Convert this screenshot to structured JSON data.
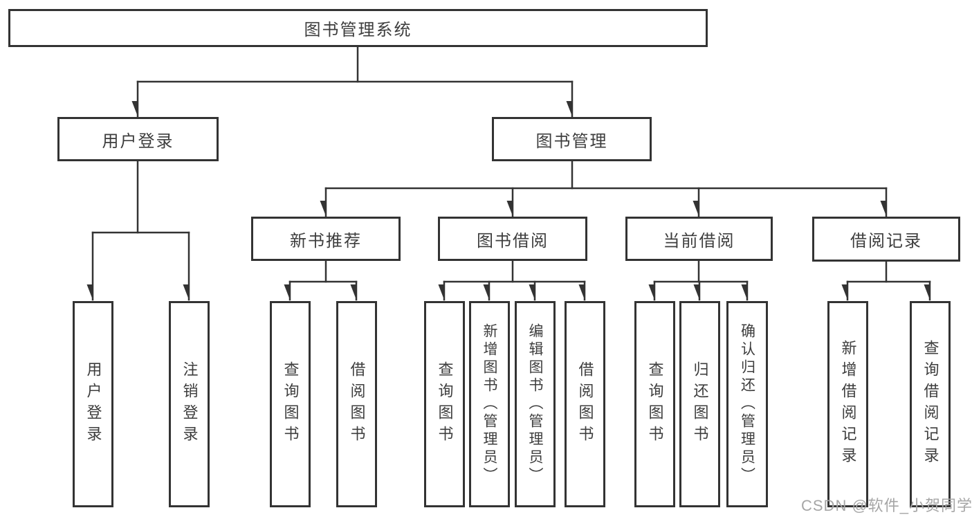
{
  "diagram_title": "图书管理系统",
  "tree": {
    "root": {
      "label": "图书管理系统"
    },
    "branches": [
      {
        "label": "用户登录",
        "children": [
          {
            "label": "用户登录"
          },
          {
            "label": "注销登录"
          }
        ]
      },
      {
        "label": "图书管理",
        "groups": [
          {
            "label": "新书推荐",
            "children": [
              {
                "label": "查询图书"
              },
              {
                "label": "借阅图书"
              }
            ]
          },
          {
            "label": "图书借阅",
            "children": [
              {
                "label": "查询图书"
              },
              {
                "label": "新增图书（管理员）"
              },
              {
                "label": "编辑图书（管理员）"
              },
              {
                "label": "借阅图书"
              }
            ]
          },
          {
            "label": "当前借阅",
            "children": [
              {
                "label": "查询图书"
              },
              {
                "label": "归还图书"
              },
              {
                "label": "确认归还（管理员）"
              }
            ]
          },
          {
            "label": "借阅记录",
            "children": [
              {
                "label": "新增借阅记录"
              },
              {
                "label": "查询借阅记录"
              }
            ]
          }
        ]
      }
    ]
  },
  "watermark": "CSDN @软件_小贺同学",
  "colors": {
    "line": "#333333",
    "box_border": "#333333",
    "text": "#3d3d3d",
    "background": "#ffffff",
    "watermark": "#a6a6a6"
  }
}
